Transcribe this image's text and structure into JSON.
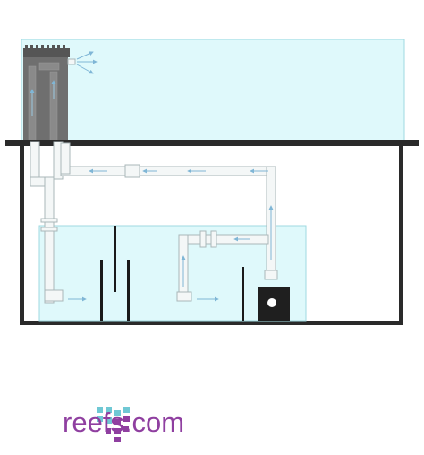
{
  "image": {
    "subject": "aquarium-plumbing-schematic",
    "components": [
      "display-tank",
      "overflow-box",
      "stand",
      "sump",
      "return-pump",
      "return-plumbing",
      "drain-plumbing",
      "sump-baffles"
    ]
  },
  "colors": {
    "water": "#dff9fb",
    "water_edge": "#9fd9e0",
    "pipe_fill": "#f4f7f7",
    "pipe_edge": "#aab7b9",
    "flow_arrow": "#7fb6d6",
    "stand": "#2a2a2a",
    "overflow_box": "#6f6f6f",
    "pump": "#1f1f1f",
    "brand_purple": "#8f3fa0",
    "brand_teal": "#6fc8d4"
  },
  "brand": {
    "name": "reefs.com"
  }
}
